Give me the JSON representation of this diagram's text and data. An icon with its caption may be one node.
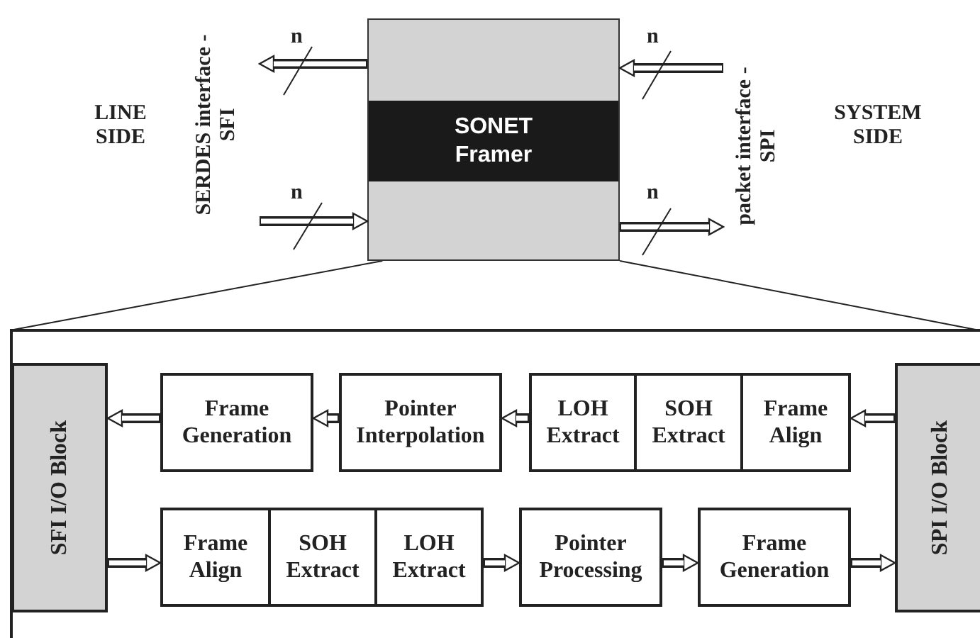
{
  "diagram": {
    "nodes": [
      {
        "text": [
          "SONET Framer"
        ]
      },
      {
        "text": [],
        "shape": "box"
      },
      {
        "text": [
          "SFI I/O Block"
        ],
        "in": 1
      },
      {
        "text": [
          "Frame Generation"
        ],
        "in": 1
      },
      {
        "text": [
          "Pointer Interpolation"
        ],
        "in": 1
      },
      {
        "text": [
          "LOH Extract"
        ],
        "in": 1
      },
      {
        "text": [
          "SOH Extract"
        ],
        "in": 1
      },
      {
        "text": [
          "Frame Align"
        ],
        "in": 1
      },
      {
        "text": [
          "SPI I/O Block"
        ],
        "in": 1
      },
      {
        "text": [
          "Frame Align"
        ],
        "in": 1
      },
      {
        "text": [
          "SOH Extract"
        ],
        "in": 1
      },
      {
        "text": [
          "LOH Extract"
        ],
        "in": 1
      },
      {
        "text": [
          "Pointer Processing"
        ],
        "in": 1
      },
      {
        "text": [
          "Frame Generation"
        ],
        "in": 1
      }
    ],
    "edges": [
      {
        "from": 0,
        "to": null,
        "arrow": "to",
        "label": "n"
      },
      {
        "from": null,
        "to": 0,
        "arrow": "to",
        "label": "n"
      },
      {
        "from": null,
        "to": 0,
        "arrow": "to",
        "label": "n"
      },
      {
        "from": 0,
        "to": null,
        "arrow": "to",
        "label": "n"
      },
      {
        "from": 8,
        "to": 7,
        "arrow": "to"
      },
      {
        "from": 5,
        "to": 4,
        "arrow": "to"
      },
      {
        "from": 4,
        "to": 3,
        "arrow": "to"
      },
      {
        "from": 3,
        "to": 2,
        "arrow": "to"
      },
      {
        "from": 2,
        "to": 9,
        "arrow": "to"
      },
      {
        "from": 11,
        "to": 12,
        "arrow": "to"
      },
      {
        "from": 12,
        "to": 13,
        "arrow": "to"
      },
      {
        "from": 13,
        "to": 8,
        "arrow": "to"
      },
      {
        "from": 0,
        "to": 1,
        "arrow": "none"
      },
      {
        "from": 0,
        "to": 1,
        "arrow": "none"
      }
    ],
    "labels": [
      "LINE SIDE",
      "SERDES interface - SFI",
      "packet interface - SPI",
      "SYSTEM SIDE"
    ]
  }
}
